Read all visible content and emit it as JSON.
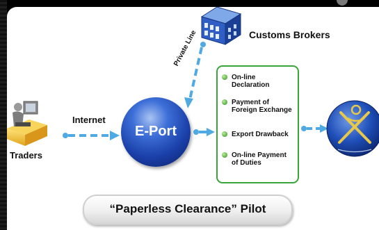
{
  "diagram": {
    "title": "Paperless Clearance Pilot",
    "pilot_label": "“Paperless Clearance” Pilot",
    "nodes": {
      "traders": "Traders",
      "eport": "E-Port",
      "customs_brokers": "Customs Brokers"
    },
    "edges": {
      "internet": "Internet",
      "private_line": "Private Line"
    },
    "functions": [
      "On-line Declaration",
      "Payment of Foreign Exchange",
      "Export Drawback",
      "On-line Payment of Duties"
    ]
  },
  "colors": {
    "arrow": "#4fa9e3",
    "box_border": "#3aa43a",
    "eport_blue": "#1a3fa8",
    "customs_blue": "#153fa0"
  },
  "icons": [
    "trader-desk-icon",
    "building-icon",
    "customs-emblem-icon"
  ]
}
